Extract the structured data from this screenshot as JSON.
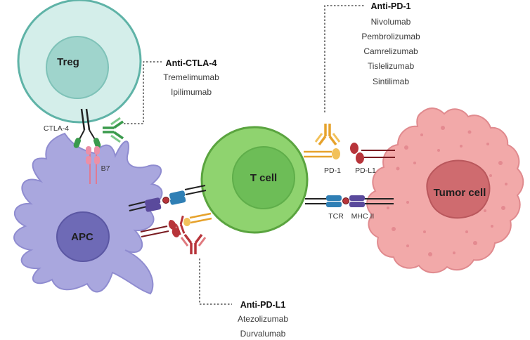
{
  "cells": {
    "treg": "Treg",
    "apc": "APC",
    "tcell": "T cell",
    "tumor": "Tumor cell"
  },
  "molecules": {
    "ctla4": "CTLA-4",
    "b7": "B7",
    "pd1": "PD-1",
    "pdl1": "PD-L1",
    "tcr": "TCR",
    "mhc2": "MHC II"
  },
  "drugs": {
    "anti_ctla4": {
      "heading": "Anti-CTLA-4",
      "items": [
        "Tremelimumab",
        "Ipilimumab"
      ]
    },
    "anti_pd1": {
      "heading": "Anti-PD-1",
      "items": [
        "Nivolumab",
        "Pembrolizumab",
        "Camrelizumab",
        "Tislelizumab",
        "Sintilimab"
      ]
    },
    "anti_pdl1": {
      "heading": "Anti-PD-L1",
      "items": [
        "Atezolizumab",
        "Durvalumab"
      ]
    }
  },
  "colors": {
    "treg_outer": "#d4eeea",
    "treg_inner": "#9fd4cc",
    "apc_body": "#a9a7de",
    "apc_nucleus": "#6e6ab6",
    "tcell_outer": "#8fd36f",
    "tcell_inner": "#6dbd57",
    "tumor_body": "#f2a9a9",
    "tumor_nucleus": "#cf6b6f",
    "antibody_ctla4": "#3a9a4c",
    "antibody_pd1": "#e6a22c",
    "antibody_pdl1": "#b7343a",
    "tcr": "#2f7fb5",
    "mhc": "#5a4a9c"
  }
}
